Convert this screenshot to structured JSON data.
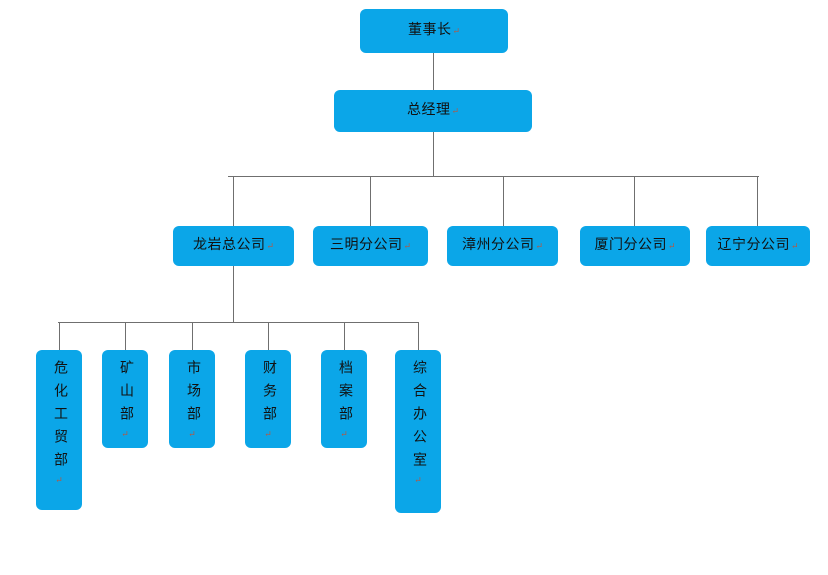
{
  "chart": {
    "title": "",
    "type": "organization-chart",
    "background_color": "#ffffff",
    "node_color": "#0BA6E8",
    "connector_color": "#6f6f6f",
    "text_color": "#111111",
    "pilcrow_mark": "↵"
  },
  "levels": {
    "level1": {
      "chairman": {
        "label": "董事长"
      }
    },
    "level2": {
      "general_manager": {
        "label": "总经理"
      }
    },
    "level3": {
      "companies": [
        {
          "label": "龙岩总公司"
        },
        {
          "label": "三明分公司"
        },
        {
          "label": "漳州分公司"
        },
        {
          "label": "厦门分公司"
        },
        {
          "label": "辽宁分公司"
        }
      ]
    },
    "level4": {
      "departments": [
        {
          "label": "危化工贸部"
        },
        {
          "label": "矿山部"
        },
        {
          "label": "市场部"
        },
        {
          "label": "财务部"
        },
        {
          "label": "档案部"
        },
        {
          "label": "综合办公室"
        }
      ]
    }
  }
}
